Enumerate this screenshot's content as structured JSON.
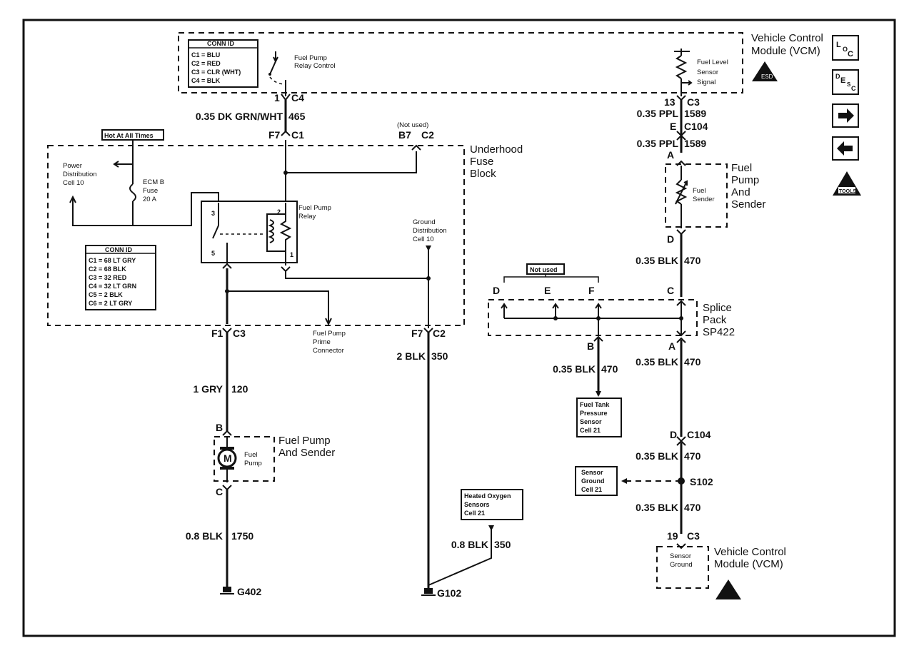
{
  "vcm_top": {
    "label1": "Vehicle Control",
    "label2": "Module (VCM)"
  },
  "vcm_conn": {
    "title": "CONN ID",
    "rows": [
      "C1 = BLU",
      "C2 = RED",
      "C3 = CLR (WHT)",
      "C4 = BLK"
    ]
  },
  "relay_control": {
    "line1": "Fuel Pump",
    "line2": "Relay Control"
  },
  "fuel_level": {
    "line1": "Fuel Level",
    "line2": "Sensor",
    "line3": "Signal"
  },
  "pins": {
    "p1": "1",
    "c4": "C4",
    "f7": "F7",
    "c1": "C1",
    "b7": "B7",
    "c2": "C2",
    "not_used_top": "(Not used)",
    "p13": "13",
    "c3": "C3",
    "e": "E",
    "c104": "C104",
    "a_top": "A",
    "d_fuel": "D",
    "c_splice": "C",
    "a_splice": "A",
    "b_splice": "B",
    "d_not": "D",
    "e_not": "E",
    "f_not": "F",
    "not_used_splice": "Not used",
    "f1": "F1",
    "c3_left": "C3",
    "f7_b": "F7",
    "c2_b": "C2",
    "b_pump": "B",
    "c_pump": "C",
    "d_c104": "D",
    "c104_b": "C104",
    "s102": "S102",
    "p19": "19",
    "c3_vcm": "C3"
  },
  "wires": {
    "w465": "0.35 DK GRN/WHT",
    "w465n": "465",
    "w1589a": "0.35 PPL",
    "w1589an": "1589",
    "w1589b": "0.35 PPL",
    "w1589bn": "1589",
    "w470a": "0.35 BLK",
    "w470an": "470",
    "w470b": "0.35 BLK",
    "w470bn": "470",
    "w470c": "0.35 BLK",
    "w470cn": "470",
    "w470d": "0.35 BLK",
    "w470dn": "470",
    "w470e": "0.35 BLK",
    "w470en": "470",
    "w120": "1 GRY",
    "w120n": "120",
    "w350": "2 BLK",
    "w350n": "350",
    "w1750": "0.8 BLK",
    "w1750n": "1750",
    "w350b": "0.8 BLK",
    "w350bn": "350"
  },
  "fuse_block": {
    "line1": "Underhood",
    "line2": "Fuse",
    "line3": "Block"
  },
  "hot": "Hot At All Times",
  "power_dist": {
    "line1": "Power",
    "line2": "Distribution",
    "line3": "Cell 10"
  },
  "fuse": {
    "line1": "ECM B",
    "line2": "Fuse",
    "line3": "20 A"
  },
  "relay": {
    "line1": "Fuel Pump",
    "line2": "Relay",
    "p1": "1",
    "p2": "2",
    "p3": "3",
    "p5": "5"
  },
  "ground_dist": {
    "line1": "Ground",
    "line2": "Distribution",
    "line3": "Cell 10"
  },
  "fuse_conn": {
    "title": "CONN ID",
    "rows": [
      "C1 = 68 LT GRY",
      "C2 = 68 BLK",
      "C3 = 32 RED",
      "C4 = 32 LT GRN",
      "C5 = 2 BLK",
      "C6 = 2 LT GRY"
    ]
  },
  "prime": {
    "line1": "Fuel Pump",
    "line2": "Prime",
    "line3": "Connector"
  },
  "fuel_sender_top": {
    "line1": "Fuel",
    "line2": "Pump",
    "line3": "And",
    "line4": "Sender",
    "s1": "Fuel",
    "s2": "Sender"
  },
  "splice": {
    "line1": "Splice",
    "line2": "Pack",
    "line3": "SP422"
  },
  "tank_sensor": {
    "line1": "Fuel Tank",
    "line2": "Pressure",
    "line3": "Sensor",
    "line4": "Cell 21"
  },
  "sensor_ground": {
    "line1": "Sensor",
    "line2": "Ground",
    "line3": "Cell 21"
  },
  "pump": {
    "line1": "Fuel Pump",
    "line2": "And Sender",
    "inner1": "Fuel",
    "inner2": "Pump",
    "motor": "M"
  },
  "h2o": {
    "line1": "Heated Oxygen",
    "line2": "Sensors",
    "line3": "Cell 21"
  },
  "vcm_bottom": {
    "label1": "Vehicle Control",
    "label2": "Module (VCM)",
    "inner1": "Sensor",
    "inner2": "Ground"
  },
  "grounds": {
    "g402": "G402",
    "g102": "G102"
  },
  "nav": {
    "loc_l": "L",
    "loc_o": "O",
    "loc_c": "C",
    "desc_d": "D",
    "desc_e": "E",
    "desc_s": "S",
    "desc_c": "C",
    "tools": "TOOLS",
    "esd": "ESD"
  }
}
